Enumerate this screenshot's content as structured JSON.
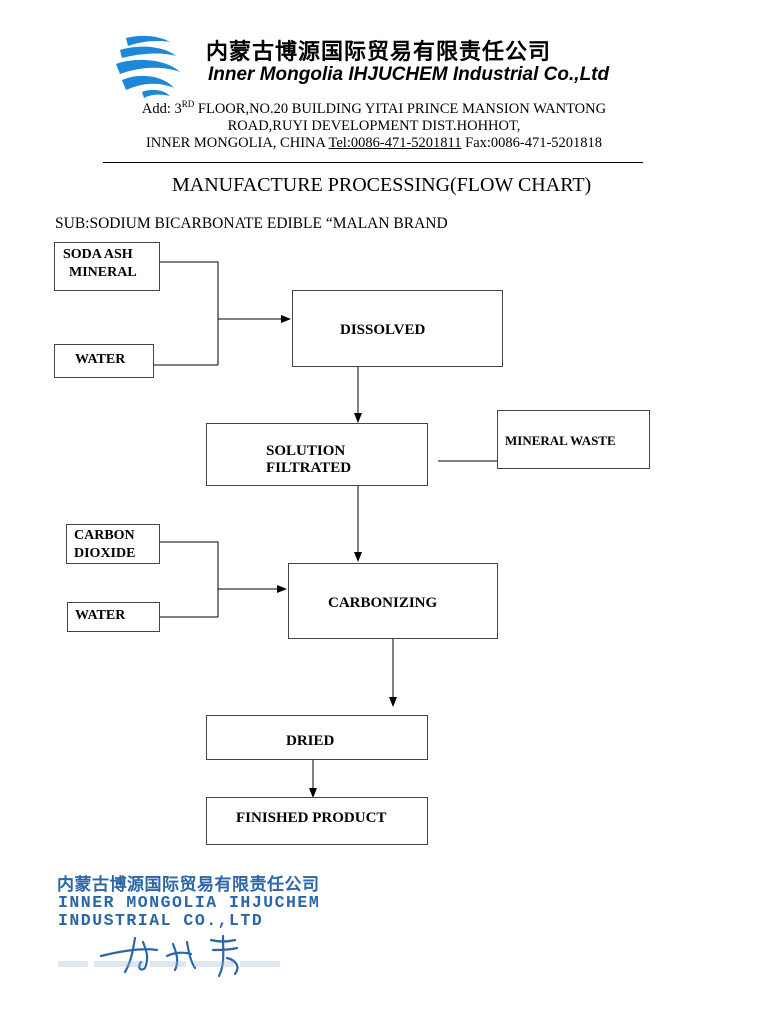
{
  "header": {
    "company_cn": "内蒙古博源国际贸易有限责任公司",
    "company_en": "Inner Mongolia IHJUCHEM Industrial Co.,Ltd",
    "address_prefix": "Add: 3",
    "address_sup": "RD",
    "address_line1_rest": " FLOOR,NO.20 BUILDING YITAI PRINCE MANSION WANTONG",
    "address_line2": "ROAD,RUYI DEVELOPMENT DIST.HOHHOT,",
    "address_line3_pre": "INNER MONGOLIA, CHINA ",
    "tel": "Tel:0086-471-5201811",
    "fax": " Fax:0086-471-5201818"
  },
  "document": {
    "title": "MANUFACTURE PROCESSING(FLOW CHART)",
    "subject": "SUB:SODIUM BICARBONATE EDIBLE “MALAN BRAND"
  },
  "flowchart": {
    "nodes": {
      "soda_ash_line1": "SODA   ASH",
      "soda_ash_line2": "MINERAL",
      "water_1": "WATER",
      "dissolved": "DISSOLVED",
      "solution_line1": "SOLUTION",
      "solution_line2": "FILTRATED",
      "mineral_waste": "MINERAL WASTE",
      "carbon_line1": "CARBON",
      "carbon_line2": "DIOXIDE",
      "water_2": "WATER",
      "carbonizing": "CARBONIZING",
      "dried": "DRIED",
      "finished_product": "FINISHED PRODUCT"
    },
    "edges": [
      [
        "soda_ash_mineral",
        "dissolved"
      ],
      [
        "water_1",
        "dissolved"
      ],
      [
        "dissolved",
        "solution_filtrated"
      ],
      [
        "solution_filtrated",
        "mineral_waste"
      ],
      [
        "solution_filtrated",
        "carbonizing"
      ],
      [
        "carbon_dioxide",
        "carbonizing"
      ],
      [
        "water_2",
        "carbonizing"
      ],
      [
        "carbonizing",
        "dried"
      ],
      [
        "dried",
        "finished_product"
      ]
    ]
  },
  "stamp": {
    "cn": "内蒙古博源国际贸易有限责任公司",
    "en_line1": "INNER MONGOLIA IHJUCHEM",
    "en_line2": "INDUSTRIAL CO.,LTD"
  },
  "colors": {
    "logo_blue": "#1e88d8",
    "stamp_blue": "#2a66a8"
  },
  "icons": [
    "company-logo-icon",
    "signature"
  ]
}
